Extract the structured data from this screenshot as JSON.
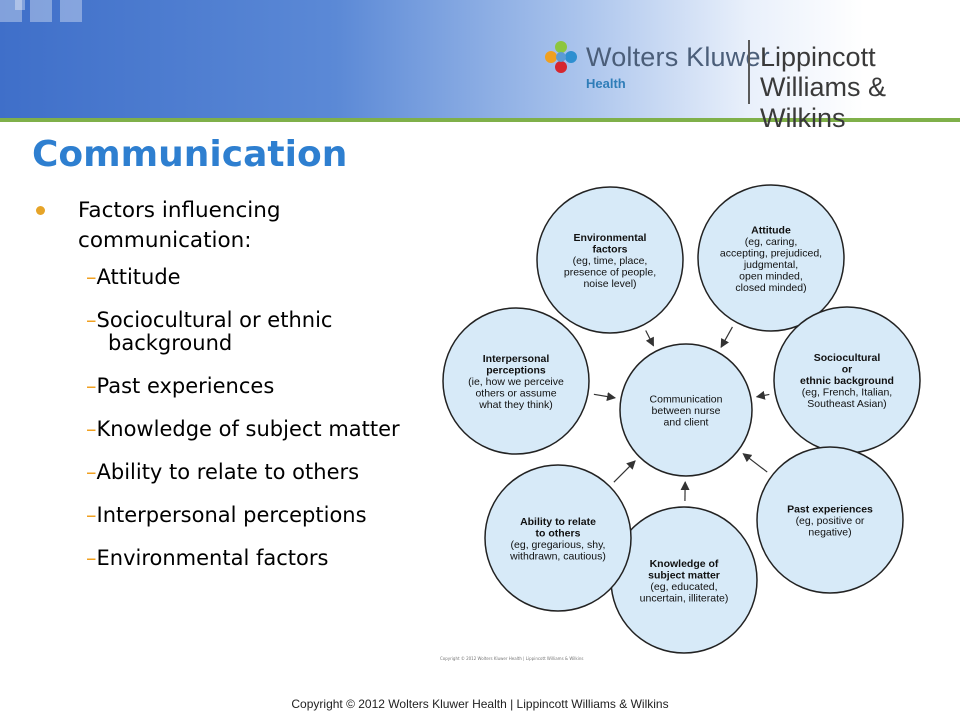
{
  "header": {
    "logo": {
      "company": "Wolters Kluwer",
      "division": "Health",
      "imprint_line1": "Lippincott",
      "imprint_line2": "Williams & Wilkins"
    },
    "colors": {
      "banner_start": "#3f6fc9",
      "accent_rule": "#7fb04a",
      "title": "#2e7fd0",
      "bullet": "#e6a428"
    }
  },
  "slide": {
    "title": "Communication",
    "bullet": {
      "text": "Factors influencing communication:",
      "subitems": [
        "Attitude",
        "Sociocultural or ethnic background",
        "Past experiences",
        "Knowledge of subject matter",
        "Ability to relate to others",
        "Interpersonal perceptions",
        "Environmental factors"
      ]
    }
  },
  "diagram": {
    "center": {
      "lines": [
        "Communication",
        "between nurse",
        "and client"
      ]
    },
    "nodes": [
      {
        "key": "environmental",
        "bold": [
          "Environmental",
          "factors"
        ],
        "normal": [
          "(eg, time, place,",
          "presence of people,",
          "noise level)"
        ]
      },
      {
        "key": "attitude",
        "bold": [
          "Attitude"
        ],
        "normal": [
          "(eg, caring,",
          "accepting, prejudiced,",
          "judgmental,",
          "open minded,",
          "closed minded)"
        ]
      },
      {
        "key": "sociocultural",
        "bold": [
          "Sociocultural",
          "or",
          "ethnic background"
        ],
        "normal": [
          "(eg, French, Italian,",
          "Southeast Asian)"
        ]
      },
      {
        "key": "past",
        "bold": [
          "Past experiences"
        ],
        "normal": [
          "(eg, positive or",
          "negative)"
        ]
      },
      {
        "key": "knowledge",
        "bold": [
          "Knowledge of",
          "subject matter"
        ],
        "normal": [
          "(eg, educated,",
          "uncertain, illiterate)"
        ]
      },
      {
        "key": "ability",
        "bold": [
          "Ability to relate",
          "to others"
        ],
        "normal": [
          "(eg, gregarious, shy,",
          "withdrawn, cautious)"
        ]
      },
      {
        "key": "interpersonal",
        "bold": [
          "Interpersonal",
          "perceptions"
        ],
        "normal": [
          "(ie, how we perceive",
          "others or assume",
          "what they think)"
        ]
      }
    ],
    "colors": {
      "fill": "#d7eaf8",
      "stroke": "#222222",
      "arrow": "#333333"
    },
    "copyright": "Copyright © 2012 Wolters Kluwer Health | Lippincott Williams & Wilkins"
  },
  "footer": {
    "copyright": "Copyright © 2012 Wolters Kluwer Health | Lippincott Williams & Wilkins"
  }
}
